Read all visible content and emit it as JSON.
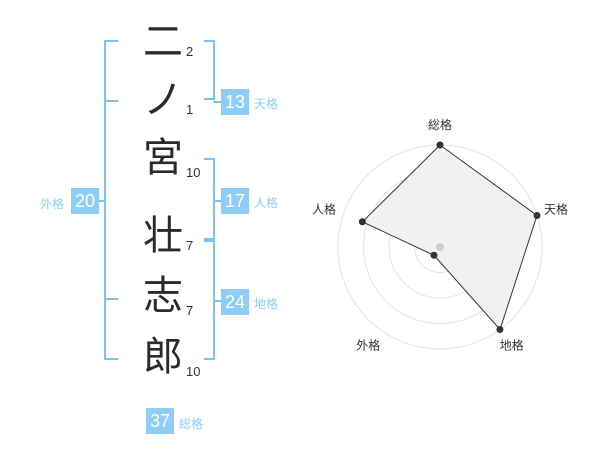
{
  "name": {
    "chars": [
      "二",
      "ノ",
      "宮",
      "壮",
      "志",
      "郎"
    ],
    "strokes": [
      "2",
      "1",
      "10",
      "7",
      "7",
      "10"
    ]
  },
  "fortunes": {
    "tenkaku": {
      "label": "天格",
      "value": "13"
    },
    "jinkaku": {
      "label": "人格",
      "value": "17"
    },
    "chikaku": {
      "label": "地格",
      "value": "24"
    },
    "gaikaku": {
      "label": "外格",
      "value": "20"
    },
    "soukaku": {
      "label": "総格",
      "value": "37"
    }
  },
  "colors": {
    "accent": "#8ecdf6",
    "bracket": "#7cc3f0",
    "radar_fill": "#eeeeee",
    "radar_line": "#333333"
  },
  "chart_data": {
    "type": "radar",
    "axes": [
      "総格",
      "天格",
      "地格",
      "外格",
      "人格"
    ],
    "values": [
      1.0,
      1.0,
      1.0,
      0.1,
      0.8
    ],
    "range": [
      0,
      1
    ],
    "rings": 4,
    "grid": true
  }
}
